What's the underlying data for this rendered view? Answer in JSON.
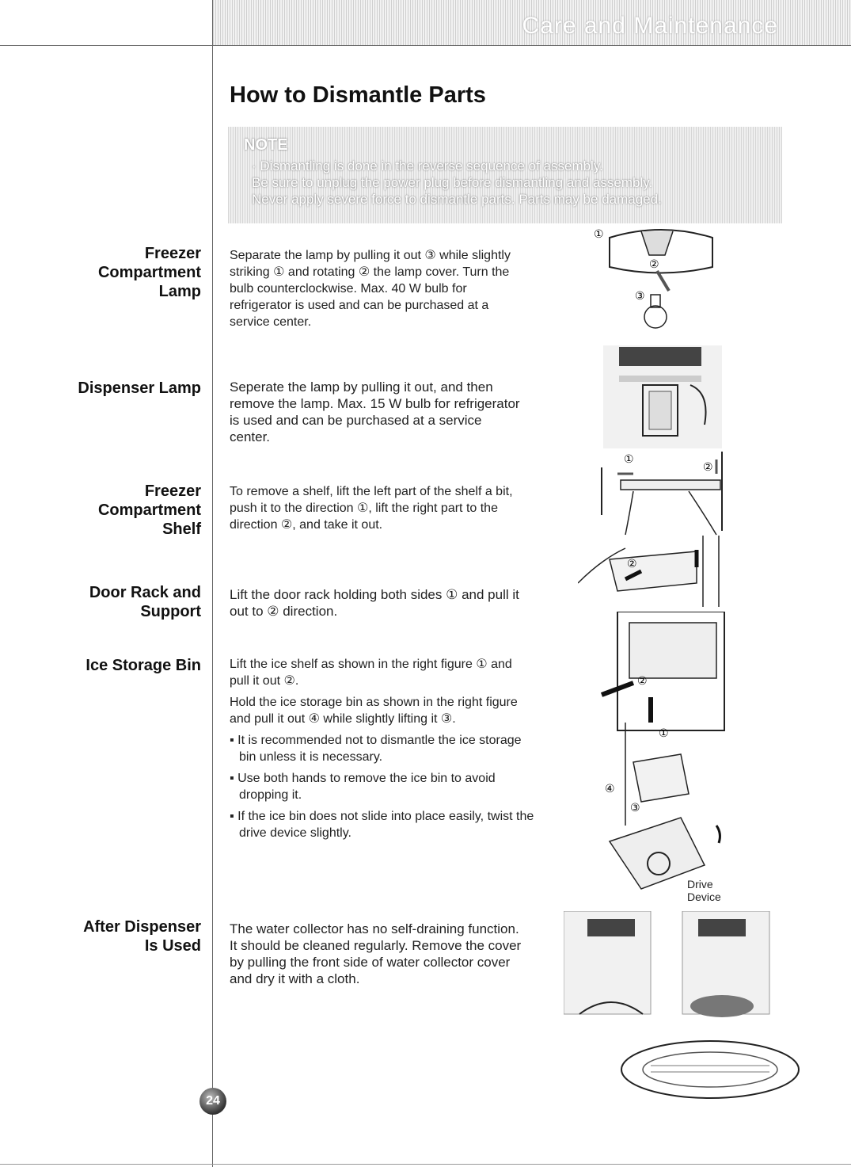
{
  "header": {
    "section_title": "Care and Maintenance"
  },
  "page": {
    "title": "How to Dismantle Parts",
    "number": "24"
  },
  "note": {
    "title": "NOTE",
    "lines": [
      "· Dismantling is done in the reverse sequence of assembly.",
      "Be sure to unplug the power plug before dismantling and assembly.",
      "Never apply severe force to dismantle parts. Parts may be damaged."
    ]
  },
  "sections": {
    "freezer_lamp": {
      "label_lines": [
        "Freezer",
        "Compartment",
        "Lamp"
      ],
      "text": "Separate the lamp by pulling it out ③ while slightly striking ① and rotating ② the lamp cover. Turn the bulb counterclockwise. Max. 40 W bulb for refrigerator is used and can be purchased at a service center."
    },
    "dispenser_lamp": {
      "label_lines": [
        "Dispenser Lamp"
      ],
      "text": "Seperate the lamp by pulling it out, and then remove the lamp. Max. 15 W bulb for refrigerator is used and can be purchased at a service center."
    },
    "freezer_shelf": {
      "label_lines": [
        "Freezer",
        "Compartment",
        "Shelf"
      ],
      "text": "To remove a shelf, lift the left part of the shelf a bit, push it to the direction ①, lift the right part to the direction ②, and take it out."
    },
    "door_rack": {
      "label_lines": [
        "Door Rack and",
        "Support"
      ],
      "text": "Lift the door rack holding both sides ① and pull it out to ② direction."
    },
    "ice_bin": {
      "label_lines": [
        "Ice Storage Bin"
      ],
      "paragraphs": [
        "Lift the ice shelf as shown in the right figure ①  and pull it out ②.",
        "Hold the ice storage bin as shown in the right figure and pull it out ④ while slightly lifting it  ③."
      ],
      "bullets": [
        "▪ It is recommended not to dismantle the ice storage bin unless it is necessary.",
        "▪ Use both hands to remove the ice bin to avoid dropping it.",
        "▪ If the ice bin does not slide into place easily, twist the drive device slightly."
      ]
    },
    "after_dispenser": {
      "label_lines": [
        "After Dispenser",
        "Is Used"
      ],
      "text": "The water collector has no self-draining function. It should be cleaned regularly. Remove the cover by pulling the front side of water collector cover and dry it with a cloth."
    }
  },
  "figures": {
    "lamp_markers": [
      "①",
      "②",
      "③"
    ],
    "shelf_markers": [
      "①",
      "②"
    ],
    "rack_markers": [
      "②"
    ],
    "ice_markers": [
      "②",
      "①",
      "④",
      "③"
    ],
    "drive_device_label": [
      "Drive",
      "Device"
    ]
  }
}
